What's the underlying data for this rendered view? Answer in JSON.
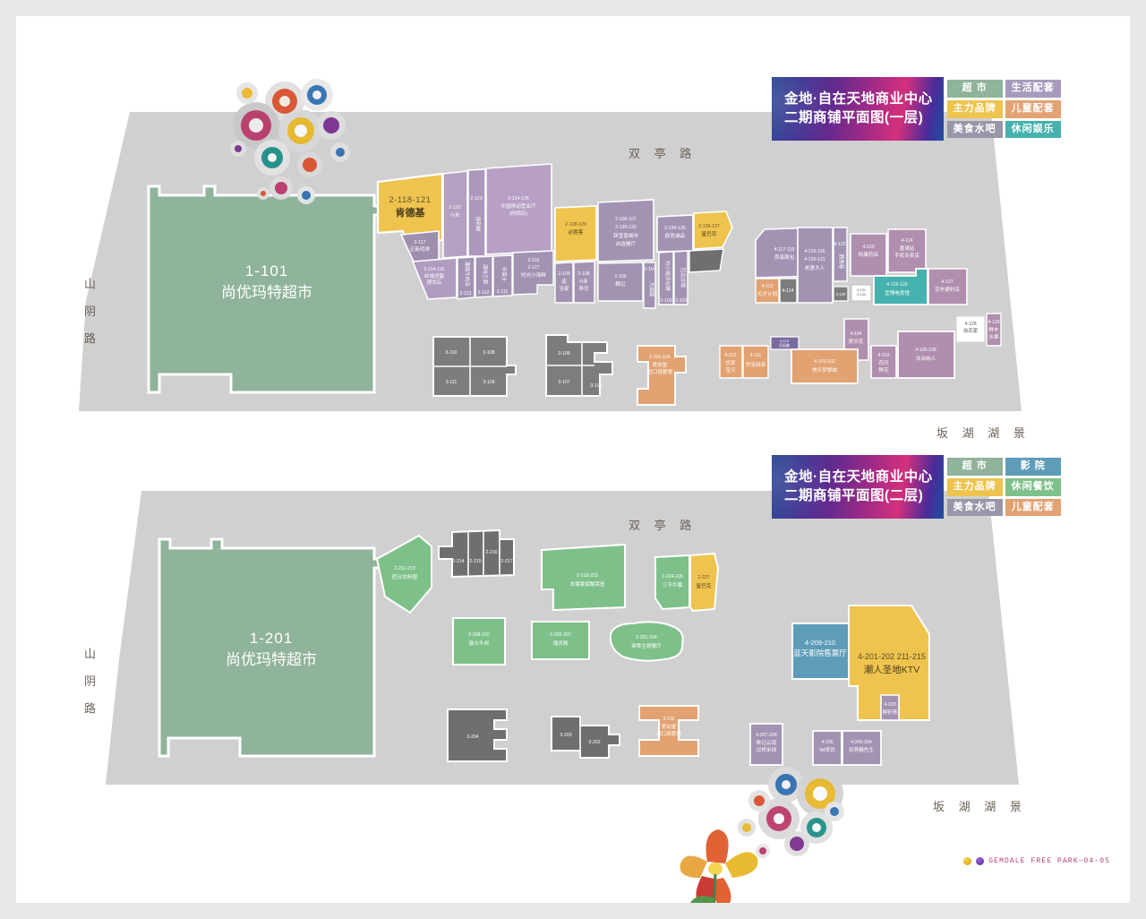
{
  "page": {
    "background": "#e8e8e8",
    "paper": "#ffffff"
  },
  "colors": {
    "land": "#d0d0d0",
    "supermarket": "#8fb39b",
    "purple": "#a79bbd",
    "mauve": "#b08fae",
    "violet": "#9f86b5",
    "yellow": "#eec44e",
    "orange": "#e2a272",
    "gray_unit": "#7d7d7d",
    "teal": "#45b2ad",
    "green": "#7ec08a",
    "blue": "#5e9cb8",
    "white_unit": "#ffffff"
  },
  "floor1": {
    "legend": {
      "title_line1": "金地·自在天地商业中心",
      "title_line2": "二期商铺平面图(一层)",
      "keys": [
        {
          "label": "超 市",
          "color": "#8fb39b"
        },
        {
          "label": "生活配套",
          "color": "#a79bbd"
        },
        {
          "label": "主力品牌",
          "color": "#eec44e"
        },
        {
          "label": "儿童配套",
          "color": "#e2a272"
        },
        {
          "label": "美食水吧",
          "color": "#9a95a8"
        },
        {
          "label": "休闲娱乐",
          "color": "#45b2ad"
        }
      ]
    },
    "roads": {
      "top": "双 亭 路",
      "left": "山 阴 路",
      "bottom_right": "坂 湖 湖 景"
    },
    "anchor": {
      "code": "1-101",
      "name": "尚优玛特超市"
    },
    "units": [
      {
        "code": "2-118-121",
        "name": "肯德基"
      },
      {
        "code": "2-117",
        "name": "正新鸡排"
      },
      {
        "code": "2-122",
        "name": "小米"
      },
      {
        "code": "2-123",
        "name": "便利蜂"
      },
      {
        "code": "2-114-116",
        "name": "丝域进髮 理发店"
      },
      {
        "code": "2-124-126",
        "name": "中国移动营业厅 (柯西店)"
      },
      {
        "code": "2-113",
        "name": "潮南牛肉店"
      },
      {
        "code": "2-112",
        "name": "滇味王朝"
      },
      {
        "code": "2-111",
        "name": "华莱士"
      },
      {
        "code": "2-110 2-127",
        "name": "时光小海鲜"
      },
      {
        "code": "2-128-129",
        "name": "必胜客"
      },
      {
        "code": "2-109",
        "name": "卤当家"
      },
      {
        "code": "2-108",
        "name": "N多寿司"
      },
      {
        "code": "2-106-107 2-130-133",
        "name": "辞宜香城市 自选餐厅"
      },
      {
        "code": "2-105",
        "name": "鲷记"
      },
      {
        "code": "2-104",
        "name": "大鸽饭"
      },
      {
        "code": "2-103",
        "name": "杜小姐汤包铺"
      },
      {
        "code": "2-102",
        "name": "厄瓜炒饭"
      },
      {
        "code": "2-134-135",
        "name": "欧尚诚品"
      },
      {
        "code": "2-136-137",
        "name": "星巴克"
      },
      {
        "code": "4-117-119",
        "name": "资溪面包"
      },
      {
        "code": "4-113",
        "name": "天才计划"
      },
      {
        "code": "4-114",
        "name": ""
      },
      {
        "code": "4-115-116 4-120-121",
        "name": "老婆大人"
      },
      {
        "code": "4-122",
        "name": "鹿角巷"
      },
      {
        "code": "4-130",
        "name": ""
      },
      {
        "code": "4-131 4-132",
        "name": ""
      },
      {
        "code": "4-123",
        "name": "阳康药店"
      },
      {
        "code": "4-124",
        "name": "香港站 手机专卖店"
      },
      {
        "code": "4-125-126",
        "name": "宜博电竞馆"
      },
      {
        "code": "4-127",
        "name": "京东便利店"
      },
      {
        "code": "4-128",
        "name": "洵花家"
      },
      {
        "code": "4-129",
        "name": "鲜丰水果"
      },
      {
        "code": "4-104",
        "name": "贺文花"
      },
      {
        "code": "4-103",
        "name": "花印鲜花"
      },
      {
        "code": "4-105-109",
        "name": "法派纳人"
      },
      {
        "code": "4-112",
        "name": "优家宝贝"
      },
      {
        "code": "4-111",
        "name": "乔克叔叔"
      },
      {
        "code": "4-110",
        "name": "贝因美"
      },
      {
        "code": "4-101-102",
        "name": "快乐梦想城"
      },
      {
        "code": "3-101-104",
        "name": "爱幼堂 进口母婴馆"
      },
      {
        "code": "3-110",
        "name": ""
      },
      {
        "code": "3-108",
        "name": ""
      },
      {
        "code": "3-111",
        "name": ""
      },
      {
        "code": "3-109",
        "name": ""
      },
      {
        "code": "3-106",
        "name": ""
      },
      {
        "code": "3-107",
        "name": ""
      },
      {
        "code": "3-105",
        "name": ""
      }
    ]
  },
  "floor2": {
    "legend": {
      "title_line1": "金地·自在天地商业中心",
      "title_line2": "二期商铺平面图(二层)",
      "keys": [
        {
          "label": "超 市",
          "color": "#8fb39b"
        },
        {
          "label": "影 院",
          "color": "#5e9cb8"
        },
        {
          "label": "主力品牌",
          "color": "#eec44e"
        },
        {
          "label": "休闲餐饮",
          "color": "#7ec08a"
        },
        {
          "label": "美食水吧",
          "color": "#9a95a8"
        },
        {
          "label": "儿童配套",
          "color": "#e2a272"
        }
      ]
    },
    "roads": {
      "top": "双 亭 路",
      "left": "山 阴 路",
      "bottom_right": "坂 湖 湖 景"
    },
    "anchor": {
      "code": "1-201",
      "name": "尚优玛特超市"
    },
    "units": [
      {
        "code": "2-211-213",
        "name": "匠日本料理"
      },
      {
        "code": "2-214",
        "name": ""
      },
      {
        "code": "2-215",
        "name": ""
      },
      {
        "code": "2-216",
        "name": ""
      },
      {
        "code": "2-217",
        "name": ""
      },
      {
        "code": "2-218-223",
        "name": "本塘我家酸菜鱼"
      },
      {
        "code": "2-224-226",
        "name": "三不牛腩"
      },
      {
        "code": "2-227",
        "name": "星巴克"
      },
      {
        "code": "2-208-210",
        "name": "爵士牛邦"
      },
      {
        "code": "2-205-207",
        "name": "塌灵阁"
      },
      {
        "code": "2-201-204",
        "name": "染零主题餐厅"
      },
      {
        "code": "4-209-210",
        "name": "蓝天影院售票厅"
      },
      {
        "code": "4-201-202 211-215",
        "name": "潮人圣地KTV"
      },
      {
        "code": "4-203",
        "name": "鲜籽荟"
      },
      {
        "code": "4-207-208",
        "name": "陈记云南 过桥米线"
      },
      {
        "code": "4-206",
        "name": "IM茶饮"
      },
      {
        "code": "4-205-204",
        "name": "初荟糖先生"
      },
      {
        "code": "3-202",
        "name": "爱幼堂 进口母婴馆"
      },
      {
        "code": "3-204",
        "name": ""
      },
      {
        "code": "3-203",
        "name": ""
      },
      {
        "code": "3-202b",
        "name": ""
      }
    ]
  },
  "footer": {
    "text": "GEMDALE FREE PARK—04-05"
  }
}
